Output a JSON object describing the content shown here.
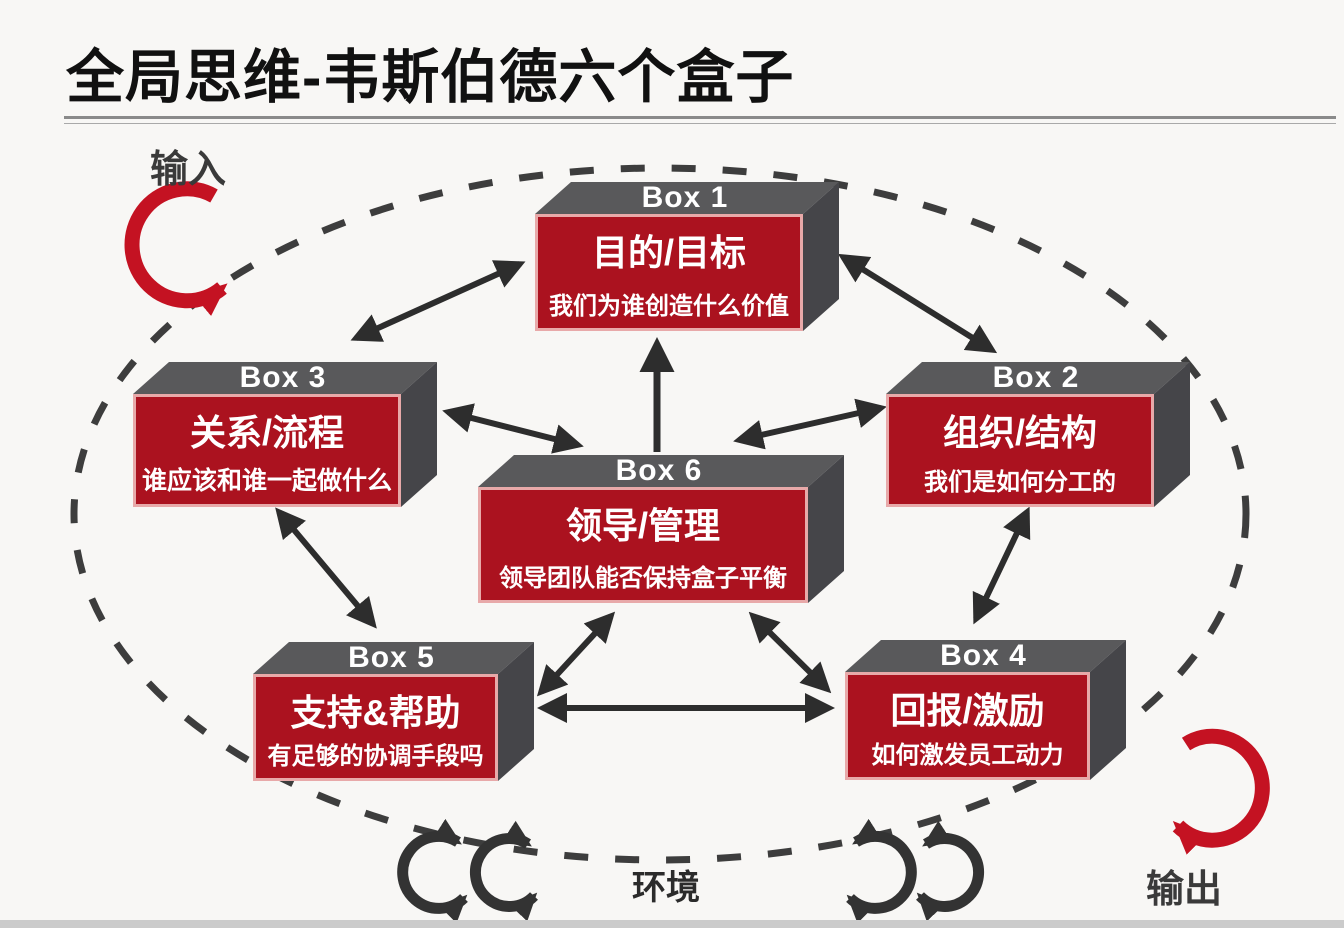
{
  "page": {
    "title": "全局思维-韦斯伯德六个盒子"
  },
  "labels": {
    "input": "输入",
    "output": "输出",
    "environment": "环境"
  },
  "boxes": [
    {
      "label": "Box 1",
      "title": "目的/目标",
      "subtitle": "我们为谁创造什么价值"
    },
    {
      "label": "Box 2",
      "title": "组织/结构",
      "subtitle": "我们是如何分工的"
    },
    {
      "label": "Box 3",
      "title": "关系/流程",
      "subtitle": "谁应该和谁一起做什么"
    },
    {
      "label": "Box 4",
      "title": "回报/激励",
      "subtitle": "如何激发员工动力"
    },
    {
      "label": "Box 5",
      "title": "支持&帮助",
      "subtitle": "有足够的协调手段吗"
    },
    {
      "label": "Box 6",
      "title": "领导/管理",
      "subtitle": "领导团队能否保持盒子平衡"
    }
  ],
  "edges": [
    {
      "from": "Box 3",
      "to": "Box 1",
      "bidirectional": true
    },
    {
      "from": "Box 1",
      "to": "Box 2",
      "bidirectional": true
    },
    {
      "from": "Box 3",
      "to": "Box 6",
      "bidirectional": true
    },
    {
      "from": "Box 6",
      "to": "Box 1",
      "bidirectional": false
    },
    {
      "from": "Box 6",
      "to": "Box 2",
      "bidirectional": true
    },
    {
      "from": "Box 3",
      "to": "Box 5",
      "bidirectional": true
    },
    {
      "from": "Box 5",
      "to": "Box 6",
      "bidirectional": true
    },
    {
      "from": "Box 6",
      "to": "Box 4",
      "bidirectional": true
    },
    {
      "from": "Box 5",
      "to": "Box 4",
      "bidirectional": true
    },
    {
      "from": "Box 2",
      "to": "Box 4",
      "bidirectional": true
    }
  ],
  "colors": {
    "box_front": "#AB121F",
    "box_border": "#E8A9A9",
    "box_top": "#59595B",
    "box_side": "#454549",
    "connector": "#2D2D2D",
    "dashed_ellipse": "#3D3D3D",
    "flow_arrow_red": "#C41222",
    "title_text": "#111111"
  }
}
